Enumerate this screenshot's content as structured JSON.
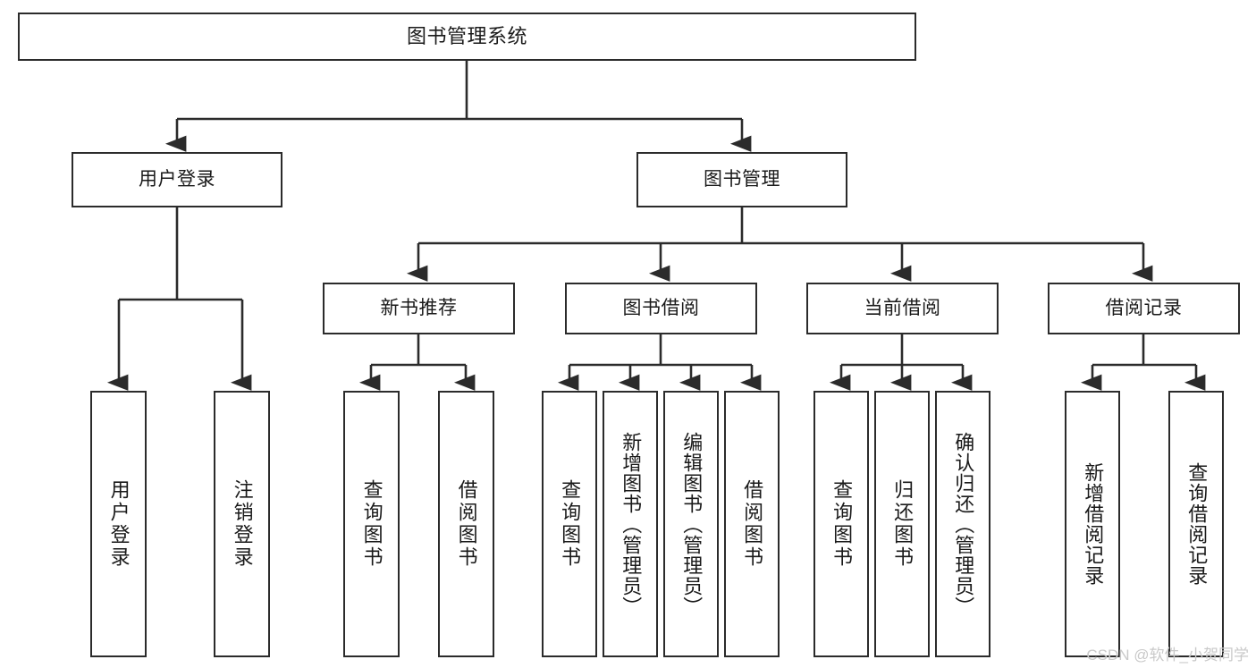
{
  "diagram": {
    "title": "图书管理系统",
    "type": "tree-hierarchy",
    "watermark": "CSDN @软件_小贺同学",
    "colors": {
      "box_border": "#2b2b2b",
      "box_fill": "#ffffff",
      "edge": "#2b2b2b",
      "text": "#1a1a1a",
      "watermark": "#c9c9c9"
    },
    "root": {
      "label": "图书管理系统"
    },
    "level2": [
      {
        "label": "用户登录"
      },
      {
        "label": "图书管理"
      }
    ],
    "level3": [
      {
        "label": "新书推荐"
      },
      {
        "label": "图书借阅"
      },
      {
        "label": "当前借阅"
      },
      {
        "label": "借阅记录"
      }
    ],
    "leaves": {
      "user_login": [
        {
          "label": "用户登录"
        },
        {
          "label": "注销登录"
        }
      ],
      "new_book_recommend": [
        {
          "label": "查询图书"
        },
        {
          "label": "借阅图书"
        }
      ],
      "book_borrow": [
        {
          "label": "查询图书"
        },
        {
          "label": "新增图书（管理员）"
        },
        {
          "label": "编辑图书（管理员）"
        },
        {
          "label": "借阅图书"
        }
      ],
      "current_borrow": [
        {
          "label": "查询图书"
        },
        {
          "label": "归还图书"
        },
        {
          "label": "确认归还（管理员）"
        }
      ],
      "borrow_record": [
        {
          "label": "新增借阅记录"
        },
        {
          "label": "查询借阅记录"
        }
      ]
    }
  }
}
